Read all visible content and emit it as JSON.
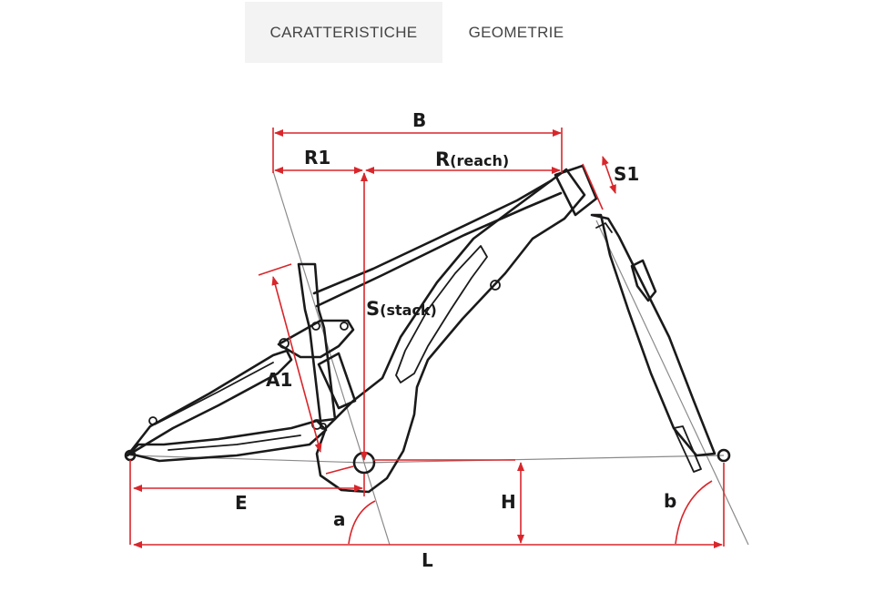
{
  "tabs": [
    {
      "label": "CARATTERISTICHE",
      "active": true
    },
    {
      "label": "GEOMETRIE",
      "active": false
    }
  ],
  "diagram": {
    "labels": {
      "B": "B",
      "R1": "R1",
      "reach_main": "R",
      "reach_sub": "(reach)",
      "S1": "S1",
      "stack_main": "S",
      "stack_sub": "(stack)",
      "A1": "A1",
      "E": "E",
      "H": "H",
      "a": "a",
      "b": "b",
      "L": "L"
    },
    "colors": {
      "dimension": "#d8262b",
      "frame": "#1a1a1a",
      "guide": "#8a8a8a"
    }
  }
}
